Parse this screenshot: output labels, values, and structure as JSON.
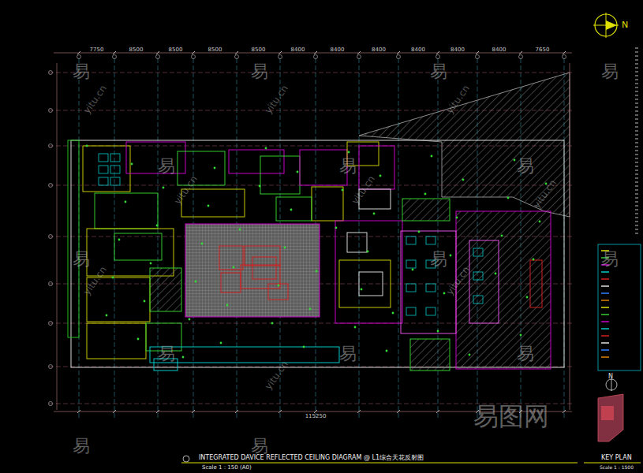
{
  "diagram": {
    "nodes": [
      {
        "text": [
          "INTEGRATED DAVICE REFLECTED CEILING DIAGRAM @ L1综合天花反射图",
          "Scale 1 : 150 (A0)"
        ]
      },
      {
        "text": [
          "KEY PLAN",
          "Scale 1 : 1500"
        ]
      }
    ],
    "labels": [
      "N",
      "N",
      "7750",
      "8500",
      "8500",
      "8500",
      "8500",
      "8400",
      "8400",
      "8400",
      "8400",
      "8400",
      "8400",
      "7650",
      "115250",
      "易",
      "易",
      "易",
      "易",
      "易",
      "易",
      "易",
      "易",
      "易",
      "易",
      "易",
      "易",
      "易",
      "易",
      "易",
      "yitu.cn",
      "yitu.cn",
      "yitu.cn",
      "yitu.cn",
      "yitu.cn",
      "yitu.cn",
      "yitu.cn",
      "yitu.cn",
      "yitu.cn",
      "易图网"
    ]
  }
}
